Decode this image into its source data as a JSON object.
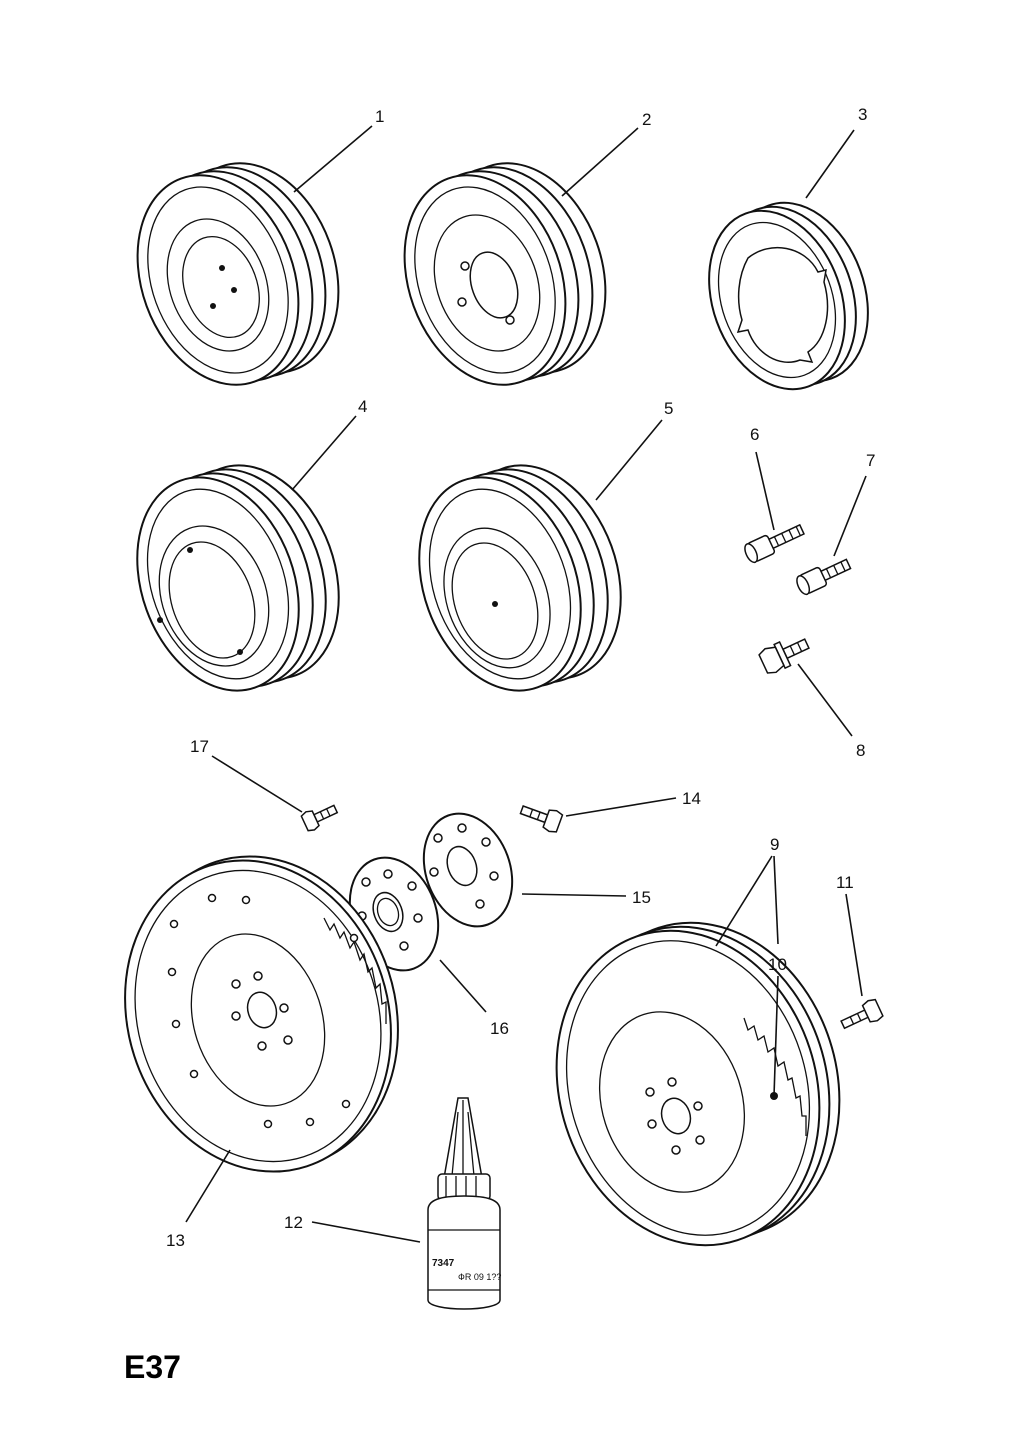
{
  "diagram": {
    "code": "E37",
    "callouts": [
      {
        "id": "1",
        "label": "1",
        "part": "crankshaft-pulley-1"
      },
      {
        "id": "2",
        "label": "2",
        "part": "crankshaft-pulley-2"
      },
      {
        "id": "3",
        "label": "3",
        "part": "crankshaft-pulley-3"
      },
      {
        "id": "4",
        "label": "4",
        "part": "crankshaft-pulley-4"
      },
      {
        "id": "5",
        "label": "5",
        "part": "crankshaft-pulley-5"
      },
      {
        "id": "6",
        "label": "6",
        "part": "socket-head-bolt-6"
      },
      {
        "id": "7",
        "label": "7",
        "part": "socket-head-bolt-7"
      },
      {
        "id": "8",
        "label": "8",
        "part": "hex-flange-bolt-8"
      },
      {
        "id": "9",
        "label": "9",
        "part": "flywheel-dual-mass"
      },
      {
        "id": "10",
        "label": "10",
        "part": "ring-gear"
      },
      {
        "id": "11",
        "label": "11",
        "part": "flywheel-bolt-11"
      },
      {
        "id": "12",
        "label": "12",
        "part": "locking-compound-bottle"
      },
      {
        "id": "13",
        "label": "13",
        "part": "flywheel-automatic"
      },
      {
        "id": "14",
        "label": "14",
        "part": "bolt-14"
      },
      {
        "id": "15",
        "label": "15",
        "part": "spacer-plate-15"
      },
      {
        "id": "16",
        "label": "16",
        "part": "spacer-plate-16"
      },
      {
        "id": "17",
        "label": "17",
        "part": "bolt-17"
      }
    ],
    "bottle_label": {
      "line1": "7347",
      "line2": "ФR 09 1??"
    }
  }
}
